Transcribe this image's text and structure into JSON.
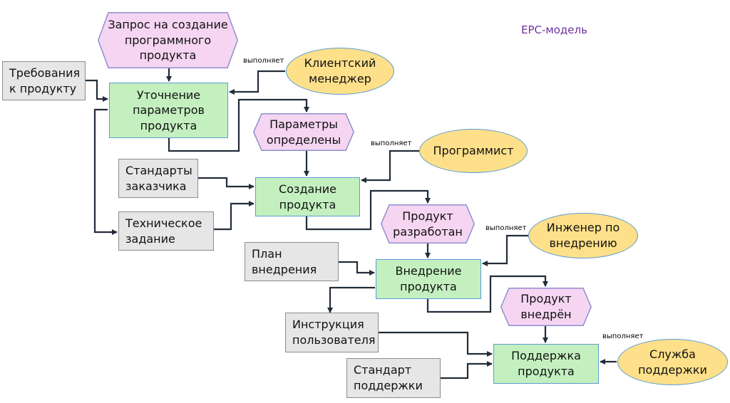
{
  "title": "EPC-модель",
  "performs_label": "выполняет",
  "events": {
    "request": "Запрос на создание программного продукта",
    "params_defined": "Параметры определены",
    "product_developed": "Продукт разработан",
    "product_deployed": "Продукт внедрён"
  },
  "functions": {
    "clarify": "Уточнение параметров продукта",
    "create": "Создание продукта",
    "deploy": "Внедрение продукта",
    "support": "Поддержка продукта"
  },
  "info_objects": {
    "requirements": "Требования к продукту",
    "customer_standards": "Стандарты заказчика",
    "spec": "Техническое задание",
    "deploy_plan": "План внедрения",
    "user_manual": "Инструкция пользователя",
    "support_standard": "Стандарт поддержки"
  },
  "org_units": {
    "client_manager": "Клиентский менеджер",
    "programmer": "Программист",
    "deploy_engineer": "Инженер по внедрению",
    "support_service": "Служба поддержки"
  },
  "colors": {
    "function_fill": "#c4f0c0",
    "event_fill": "#f5d5f2",
    "info_fill": "#e6e6e6",
    "org_fill": "#ffe08a",
    "title": "#7030a0",
    "connector": "#222c3a"
  }
}
